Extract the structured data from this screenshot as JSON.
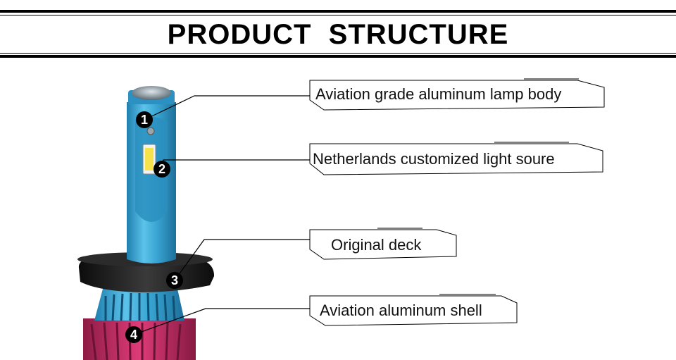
{
  "title": "PRODUCT  STRUCTURE",
  "callouts": [
    {
      "number": "1",
      "label": "Aviation grade aluminum lamp body"
    },
    {
      "number": "2",
      "label": "Netherlands customized light soure"
    },
    {
      "number": "3",
      "label": "Original deck"
    },
    {
      "number": "4",
      "label": "Aviation aluminum shell"
    }
  ],
  "colors": {
    "body_blue": "#3fa9d6",
    "deck_black": "#1b1b1b",
    "shell_pink": "#d0306a",
    "chip_yellow": "#f6e24a"
  }
}
